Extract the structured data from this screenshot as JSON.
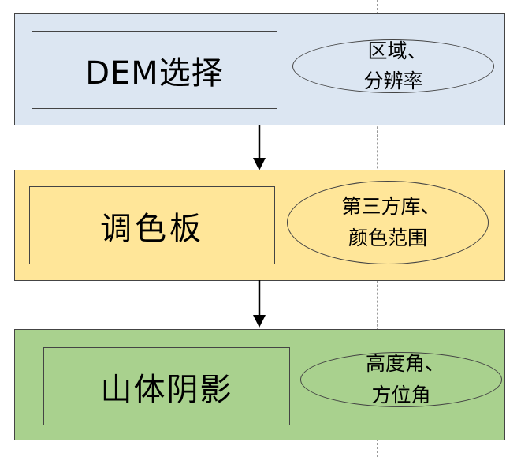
{
  "stages": [
    {
      "title": "DEM选择",
      "note_line1": "区域、",
      "note_line2": "分辨率",
      "fill_color": "#dce6f2"
    },
    {
      "title": "调色板",
      "note_line1": "第三方库、",
      "note_line2": "颜色范围",
      "fill_color": "#ffe699"
    },
    {
      "title": "山体阴影",
      "note_line1": "高度角、",
      "note_line2": "方位角",
      "fill_color": "#a9d18e"
    }
  ],
  "colors": {
    "border": "#444444",
    "arrow": "#000000",
    "guide_line": "#9a9a9a"
  }
}
